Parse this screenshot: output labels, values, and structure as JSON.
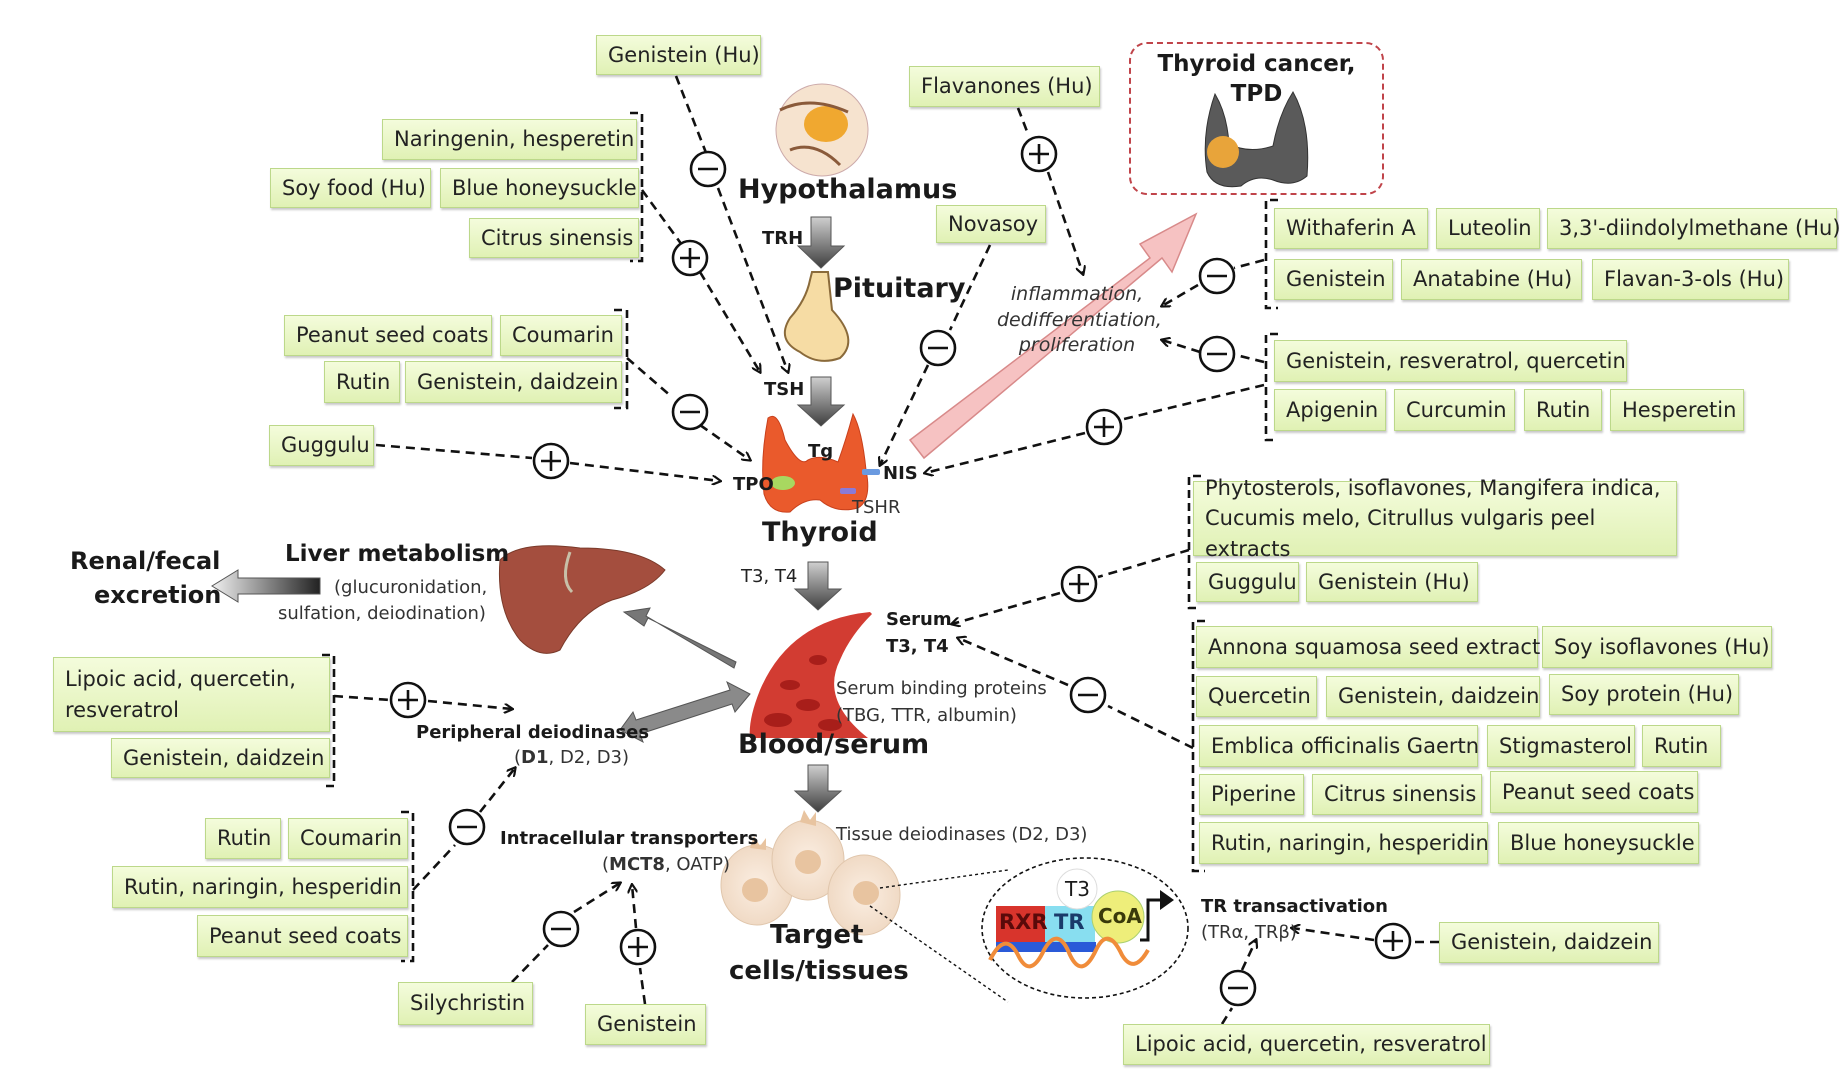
{
  "organs": {
    "hypothalamus": "Hypothalamus",
    "pituitary": "Pituitary",
    "thyroid": "Thyroid",
    "blood": "Blood/serum",
    "target_line1": "Target",
    "target_line2": "cells/tissues",
    "liver_title": "Liver metabolism",
    "liver_sub1": "(glucuronidation,",
    "liver_sub2": "sulfation, deiodination)",
    "renal_line1": "Renal/fecal",
    "renal_line2": "excretion"
  },
  "hormones": {
    "trh": "TRH",
    "tsh": "TSH",
    "t3t4": "T3, T4",
    "tg": "Tg",
    "tpo": "TPO",
    "nis": "NIS",
    "tshr": "TSHR"
  },
  "serum": {
    "line1": "Serum",
    "line2": "T3, T4",
    "binding1": "Serum binding proteins",
    "binding2": "(TBG, TTR, albumin)"
  },
  "peripheral": {
    "line1": "Peripheral deiodinases",
    "line2_bold": "D1",
    "line2_rest": ", D2, D3)",
    "line2_open": "("
  },
  "transporters": {
    "line1": "Intracellular transporters",
    "line2_open": "(",
    "line2_bold": "MCT8",
    "line2_rest": ", OATP)"
  },
  "tissue_deiodinases": "Tissue deiodinases (D2, D3)",
  "tr": {
    "line1": "TR transactivation",
    "line2": "(TRα, TRβ)",
    "rxr": "RXR",
    "tr": "TR",
    "coa": "CoA",
    "t3": "T3"
  },
  "cancer": {
    "line1": "Thyroid cancer,",
    "line2": "TPD",
    "effects1": "inflammation,",
    "effects2": "dedifferentiation,",
    "effects3": "proliferation"
  },
  "signs": {
    "plus": "+",
    "minus": "−"
  },
  "boxes": {
    "genistein_hu_top": "Genistein (Hu)",
    "naringenin_hesperetin": "Naringenin, hesperetin",
    "soy_food_hu": "Soy food (Hu)",
    "blue_honeysuckle_top": "Blue honeysuckle",
    "citrus_sinensis_top": "Citrus sinensis",
    "flavanones_hu": "Flavanones  (Hu)",
    "novasoy": "Novasoy",
    "peanut_seed_coats_tl": "Peanut seed coats",
    "coumarin_tl": "Coumarin",
    "rutin_tl": "Rutin",
    "genistein_daidzein_tl": "Genistein, daidzein",
    "guggulu_left": "Guggulu",
    "withaferin_a": "Withaferin A",
    "luteolin": "Luteolin",
    "diindolylmethane": "3,3'-diindolylmethane (Hu)",
    "genistein_cancer": "Genistein",
    "anatabine_hu": "Anatabine  (Hu)",
    "flavan_3_ols_hu": "Flavan-3-ols (Hu)",
    "genistein_resveratrol_quercetin": "Genistein, resveratrol, quercetin",
    "apigenin": "Apigenin",
    "curcumin": "Curcumin",
    "rutin_cancer": "Rutin",
    "hesperetin_cancer": "Hesperetin",
    "phytosterols": "Phytosterols, isoflavones, Mangifera indica, Cucumis melo, Citrullus vulgaris peel extracts",
    "guggulu_right": "Guggulu",
    "genistein_hu_right": "Genistein (Hu)",
    "annona": "Annona squamosa seed extract",
    "soy_isoflavones_hu": "Soy isoflavones (Hu)",
    "quercetin_r": "Quercetin",
    "genistein_daidzein_r": "Genistein, daidzein",
    "soy_protein_hu": "Soy protein (Hu)",
    "emblica": "Emblica officinalis Gaertn",
    "stigmasterol": "Stigmasterol",
    "rutin_r": "Rutin",
    "piperine": "Piperine",
    "citrus_sinensis_r": "Citrus sinensis",
    "peanut_seed_coats_r": "Peanut seed coats",
    "rutin_naringin_hesperidin_r": "Rutin, naringin, hesperidin",
    "blue_honeysuckle_r": "Blue honeysuckle",
    "lipoic_left": "Lipoic acid, quercetin, resveratrol",
    "genistein_daidzein_left": "Genistein, daidzein",
    "rutin_bl": "Rutin",
    "coumarin_bl": "Coumarin",
    "rutin_naringin_hesperidin_bl": "Rutin, naringin, hesperidin",
    "peanut_seed_coats_bl": "Peanut seed coats",
    "silychristin": "Silychristin",
    "genistein_bottom": "Genistein",
    "genistein_daidzein_tr": "Genistein, daidzein",
    "lipoic_bottom": "Lipoic acid, quercetin, resveratrol"
  },
  "colors": {
    "box_fill": "#e8f6c2",
    "box_border": "#bcd88a",
    "cancer_border": "#c0444a",
    "cancer_arrow": "#f4b8b8",
    "thyroid": "#e8542a",
    "blood": "#c8322c",
    "liver": "#9c4a3c"
  }
}
